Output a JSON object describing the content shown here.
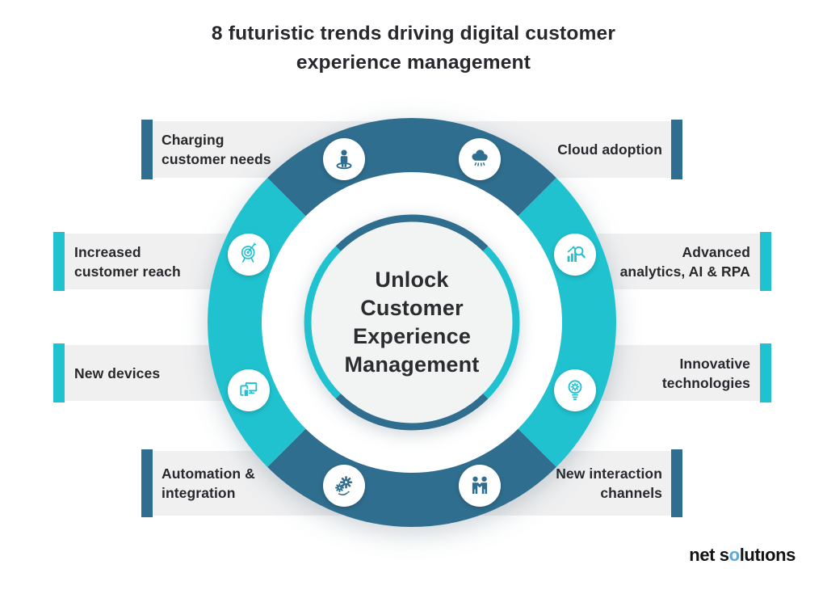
{
  "title": {
    "text": "8 futuristic trends driving digital customer\nexperience management"
  },
  "center": {
    "text": "Unlock\nCustomer\nExperience\nManagement"
  },
  "trends": [
    {
      "label": "Charging\ncustomer needs",
      "icon": "person-location-icon",
      "color": "dark"
    },
    {
      "label": "Cloud adoption",
      "icon": "cloud-rain-icon",
      "color": "dark"
    },
    {
      "label": "Advanced\nanalytics, AI & RPA",
      "icon": "chart-magnifier-icon",
      "color": "cyan"
    },
    {
      "label": "Innovative\ntechnologies",
      "icon": "bulb-gear-icon",
      "color": "cyan"
    },
    {
      "label": "New interaction\nchannels",
      "icon": "handshake-people-icon",
      "color": "dark"
    },
    {
      "label": "Automation &\nintegration",
      "icon": "gears-automation-icon",
      "color": "dark"
    },
    {
      "label": "New devices",
      "icon": "multi-devices-icon",
      "color": "cyan"
    },
    {
      "label": "Increased\ncustomer reach",
      "icon": "target-dart-icon",
      "color": "cyan"
    }
  ],
  "logo": {
    "part1": "net s",
    "accent_o": "o",
    "part2": "lutıons"
  },
  "colors": {
    "dark_teal": "#2F6E8E",
    "cyan": "#20C2CF",
    "band_gray": "#F0F0F1",
    "center_fill": "#F2F4F4",
    "text_dark": "#27282C",
    "logo_accent_blue": "#5FA8D6"
  }
}
